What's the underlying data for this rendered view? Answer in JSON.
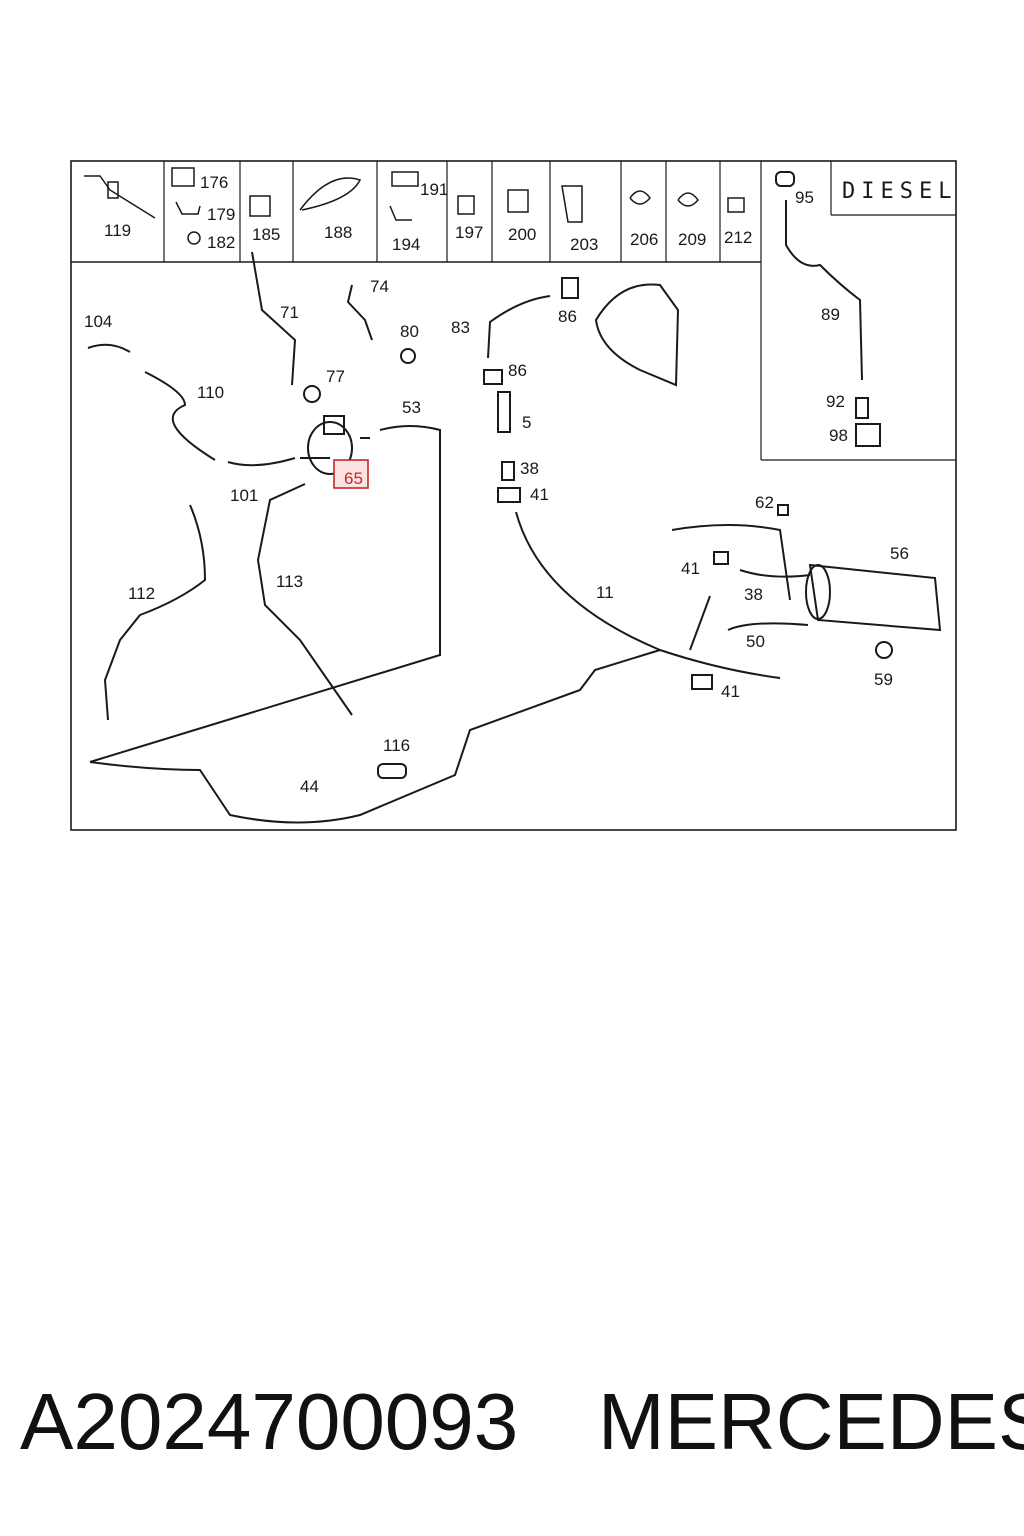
{
  "diagram": {
    "variant_label": "DIESEL",
    "header_parts": [
      "119",
      "176",
      "179",
      "182",
      "185",
      "188",
      "191",
      "194",
      "197",
      "200",
      "203",
      "206",
      "209",
      "212"
    ],
    "inset_parts": [
      "95",
      "89",
      "92",
      "98"
    ],
    "main_parts": [
      "104",
      "71",
      "74",
      "80",
      "83",
      "86",
      "86",
      "110",
      "77",
      "53",
      "5",
      "65",
      "101",
      "38",
      "41",
      "62",
      "56",
      "112",
      "113",
      "11",
      "41",
      "38",
      "50",
      "41",
      "59",
      "116",
      "44"
    ],
    "highlighted_part": "65"
  },
  "footer": {
    "part_number": "A2024700093",
    "brand": "MERCEDES"
  }
}
